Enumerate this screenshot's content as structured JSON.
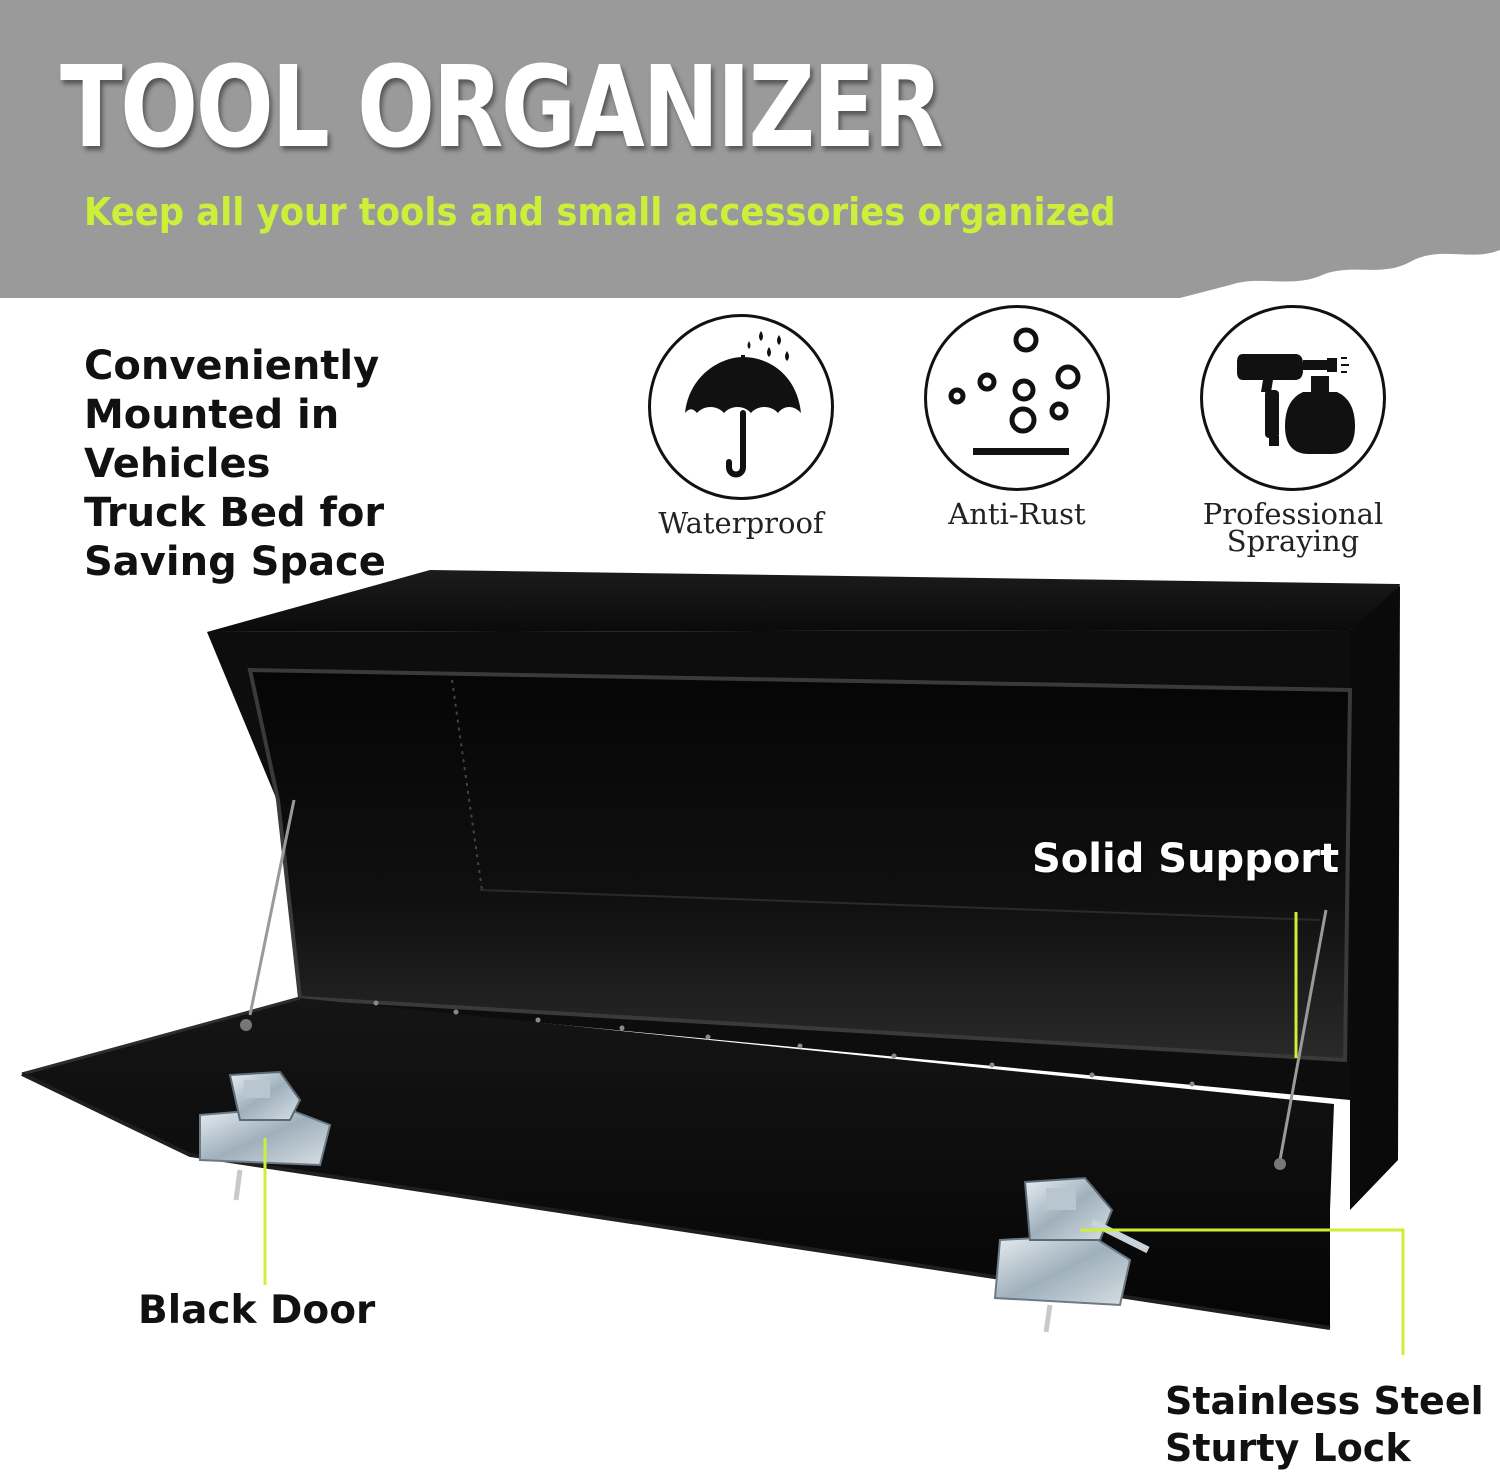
{
  "header": {
    "title": "TOOL ORGANIZER",
    "subtitle": "Keep all your tools and small accessories organized"
  },
  "intro": {
    "lines": [
      "Conveniently",
      "Mounted in",
      "Vehicles",
      "Truck Bed for",
      "Saving Space"
    ]
  },
  "features": [
    {
      "label": "Waterproof",
      "icon": "umbrella-rain-icon"
    },
    {
      "label": "Anti-Rust",
      "icon": "bubbles-icon"
    },
    {
      "label_lines": [
        "Professional",
        "Spraying"
      ],
      "icon": "spray-gun-icon"
    }
  ],
  "callouts": {
    "support": "Solid Support",
    "door": "Black Door",
    "lock_lines": [
      "Stainless Steel",
      "Sturty Lock"
    ]
  },
  "colors": {
    "banner": "#9a9a9a",
    "accent": "#ccf03a",
    "box": "#0b0b0b"
  }
}
